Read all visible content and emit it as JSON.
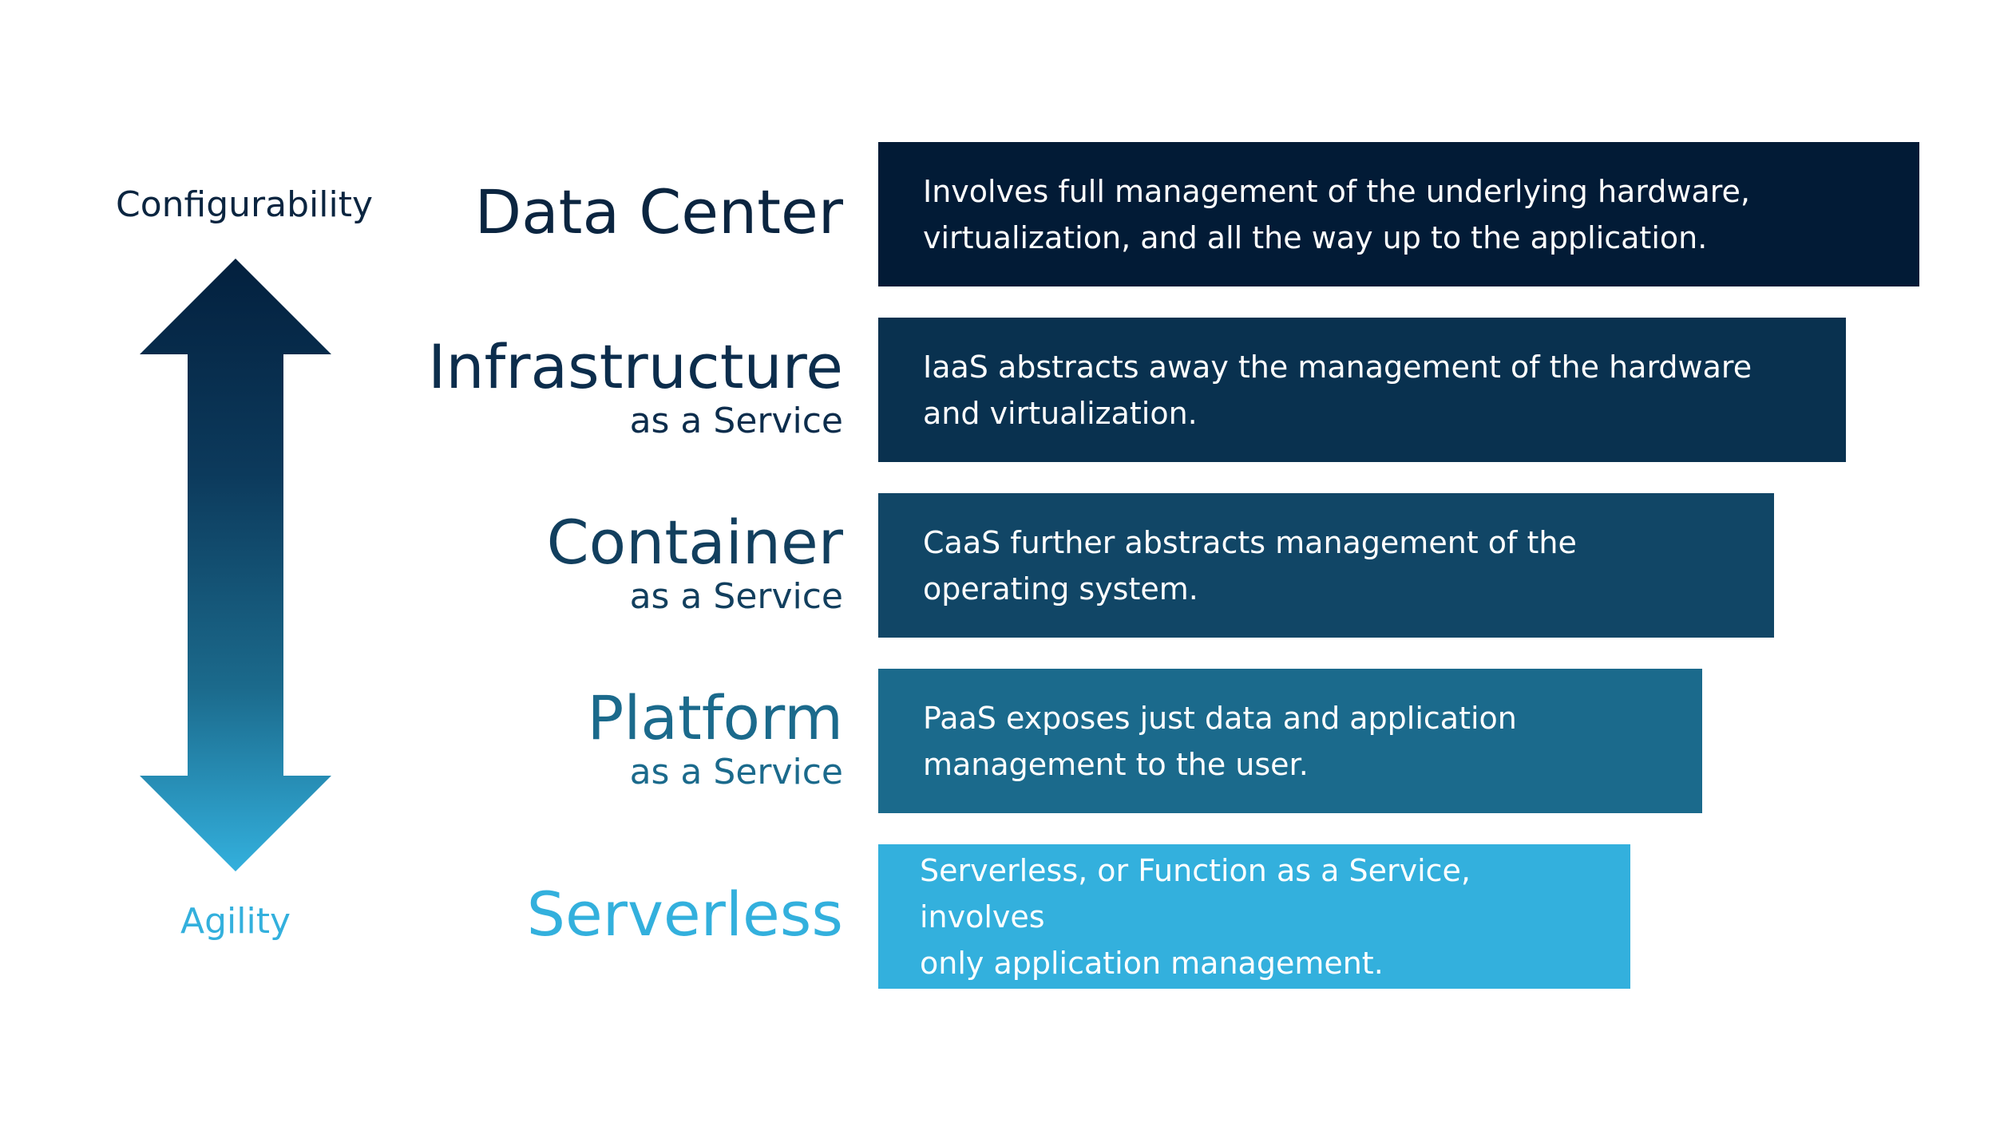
{
  "axis": {
    "top_label": "Configurability",
    "bottom_label": "Agility",
    "top_color": "#0b2540",
    "bottom_color": "#33b0dd"
  },
  "tiers": [
    {
      "title": "Data Center",
      "subtitle": "",
      "description": "Involves full management of the underlying hardware,\nvirtualization, and all the way up to the application.",
      "color": "#021b36",
      "title_color": "#0b2540"
    },
    {
      "title": "Infrastructure",
      "subtitle": "as a Service",
      "description": "IaaS abstracts away the management of the hardware\nand virtualization.",
      "color": "#09314f",
      "title_color": "#0c2d4c"
    },
    {
      "title": "Container",
      "subtitle": "as a Service",
      "description": "CaaS further abstracts management of the\noperating system.",
      "color": "#114666",
      "title_color": "#123f5e"
    },
    {
      "title": "Platform",
      "subtitle": "as a Service",
      "description": "PaaS exposes just data and application\nmanagement to the user.",
      "color": "#1b6a8c",
      "title_color": "#1b6a8c"
    },
    {
      "title": "Serverless",
      "subtitle": "",
      "description": "Serverless, or Function as a Service, involves\nonly application management.",
      "color": "#33b0dd",
      "title_color": "#33b0dd"
    }
  ]
}
